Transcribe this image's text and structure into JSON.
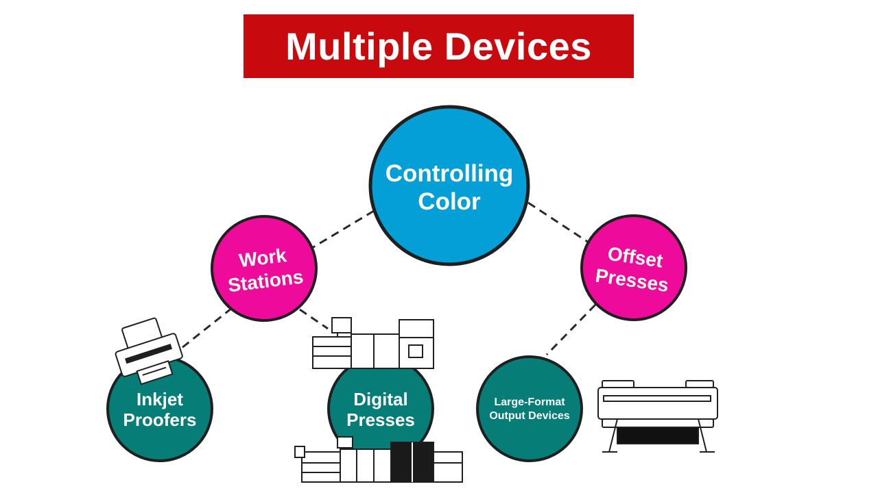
{
  "title": "Multiple Devices",
  "colors": {
    "banner": "#c8090e",
    "center_node": "#049fd6",
    "magenta_node": "#ee0b9b",
    "teal_node": "#077d77",
    "outline": "#1f1f1f"
  },
  "nodes": {
    "center": {
      "line1": "Controlling",
      "line2": "Color"
    },
    "work_stations": {
      "line1": "Work",
      "line2": "Stations"
    },
    "offset_presses": {
      "line1": "Offset",
      "line2": "Presses"
    },
    "inkjet_proofers": {
      "line1": "Inkjet",
      "line2": "Proofers"
    },
    "digital_presses": {
      "line1": "Digital",
      "line2": "Presses"
    },
    "large_format": {
      "line1": "Large-Format",
      "line2": "Output Devices"
    }
  },
  "icons": {
    "printer": "desktop-printer-icon",
    "press_top": "digital-press-icon",
    "press_bottom": "production-press-icon",
    "plotter": "wide-format-plotter-icon"
  }
}
